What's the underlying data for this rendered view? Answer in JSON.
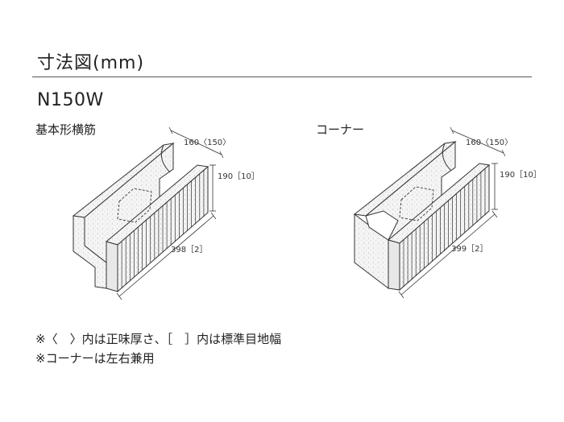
{
  "header": {
    "title": "寸法図(mm)",
    "model": "N150W"
  },
  "blocks": [
    {
      "label": "基本形横筋",
      "dim_top": "160〈150〉",
      "dim_height": "190［10］",
      "dim_length": "398［2］"
    },
    {
      "label": "コーナー",
      "dim_top": "160〈150〉",
      "dim_height": "190［10］",
      "dim_length": "399［2］"
    }
  ],
  "notes": [
    "※〈　〉内は正味厚さ、［　］内は標準目地幅",
    "※コーナーは左右兼用"
  ],
  "colors": {
    "line": "#555555",
    "block_fill": "#f2f2f2",
    "stroke": "#333333"
  }
}
